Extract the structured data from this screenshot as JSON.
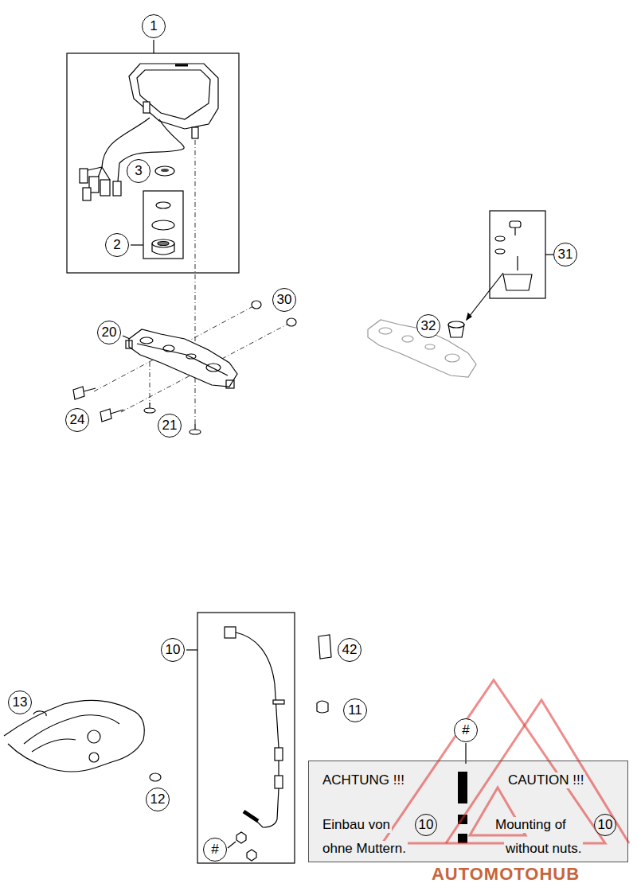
{
  "diagram": {
    "nodes": [
      {
        "text": [
          "ACHTUNG !!!",
          "Einbau von",
          "10",
          "ohne Muttern.",
          "CAUTION !!!",
          "Mounting of",
          "10",
          "without nuts."
        ]
      }
    ],
    "labels": [
      "1",
      "3",
      "2",
      "20",
      "30",
      "24",
      "21",
      "31",
      "32",
      "10",
      "42",
      "13",
      "11",
      "12",
      "#",
      "#",
      "AUTOMOTOHUB"
    ]
  }
}
